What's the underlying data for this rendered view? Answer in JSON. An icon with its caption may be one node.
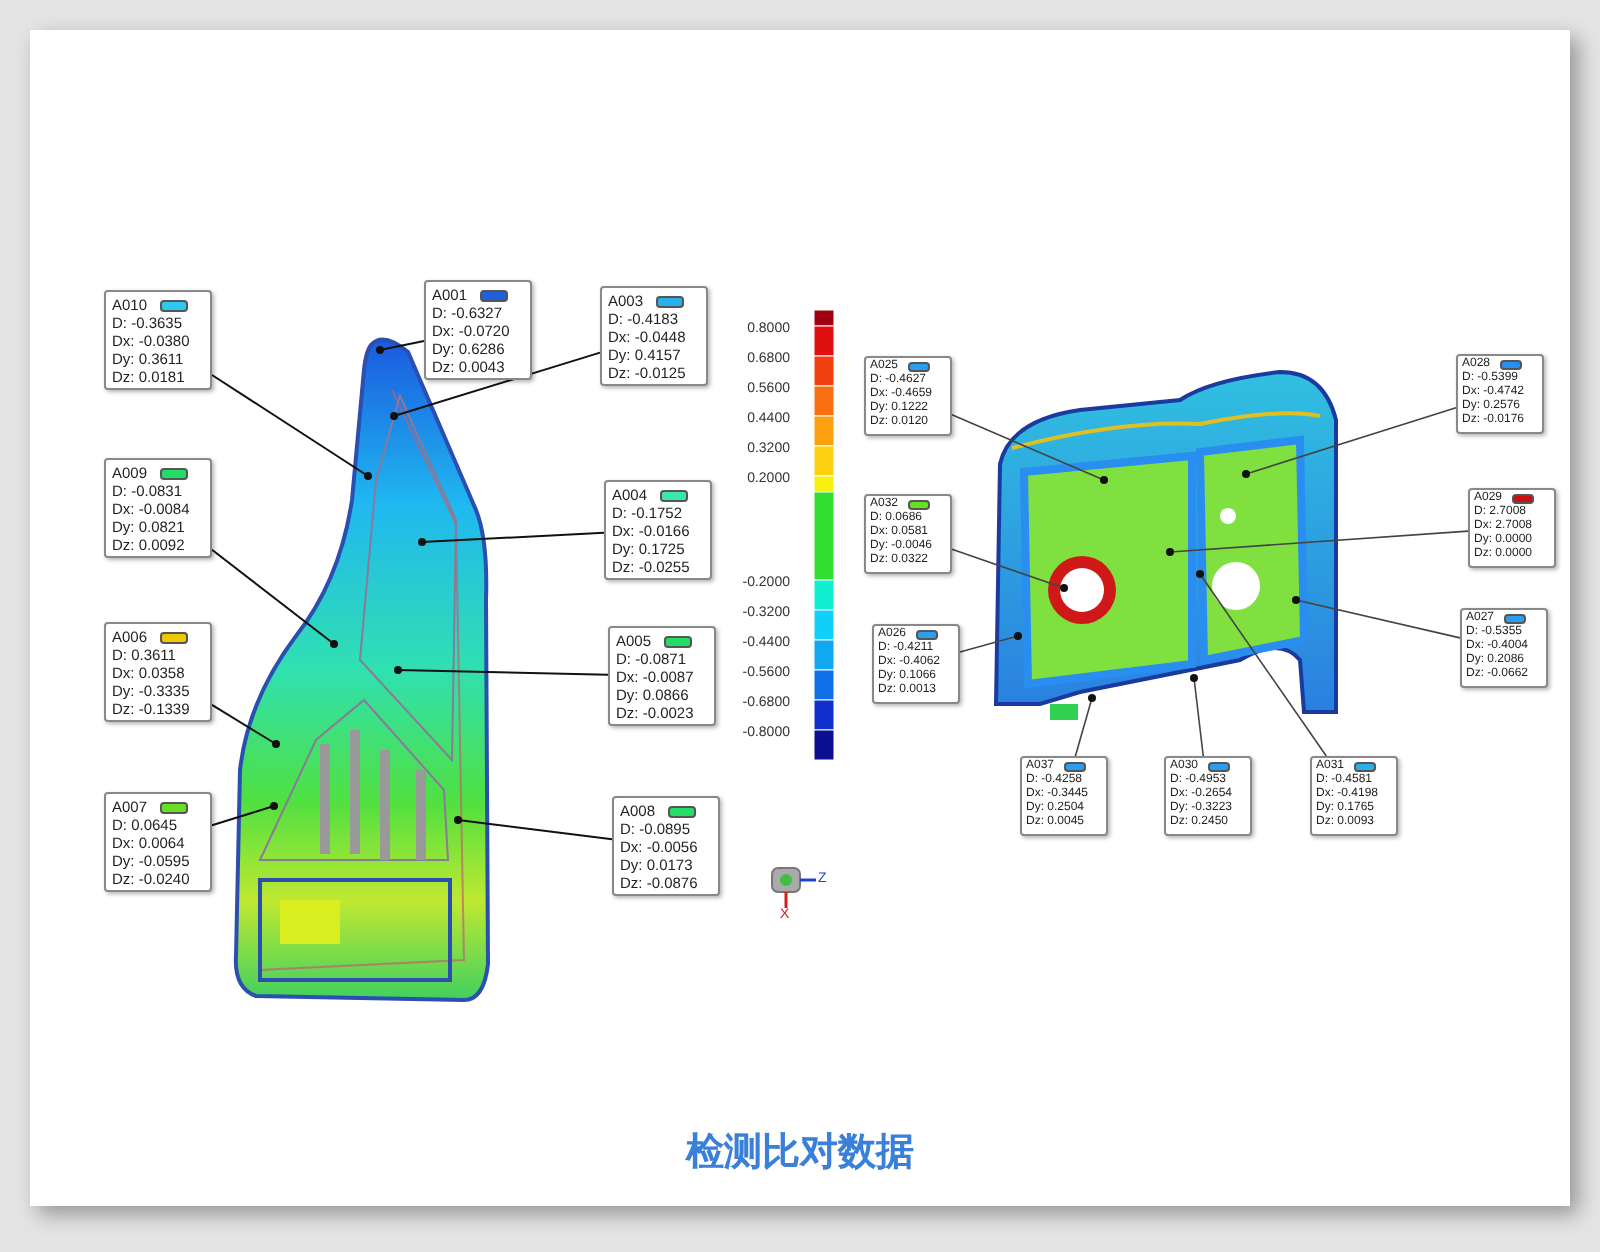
{
  "diagram": {
    "caption": "检测比对数据",
    "nodes": [
      {
        "text": [
          "A010",
          "D: -0.3635",
          "Dx: -0.0380",
          "Dy: 0.3611",
          "Dz: 0.0181"
        ]
      },
      {
        "text": [
          "A001",
          "D: -0.6327",
          "Dx: -0.0720",
          "Dy: 0.6286",
          "Dz: 0.0043"
        ]
      },
      {
        "text": [
          "A003",
          "D: -0.4183",
          "Dx: -0.0448",
          "Dy: 0.4157",
          "Dz: -0.0125"
        ]
      },
      {
        "text": [
          "A009",
          "D: -0.0831",
          "Dx: -0.0084",
          "Dy: 0.0821",
          "Dz: 0.0092"
        ]
      },
      {
        "text": [
          "A004",
          "D: -0.1752",
          "Dx: -0.0166",
          "Dy: 0.1725",
          "Dz: -0.0255"
        ]
      },
      {
        "text": [
          "A006",
          "D: 0.3611",
          "Dx: 0.0358",
          "Dy: -0.3335",
          "Dz: -0.1339"
        ]
      },
      {
        "text": [
          "A005",
          "D: -0.0871",
          "Dx: -0.0087",
          "Dy: 0.0866",
          "Dz: -0.0023"
        ]
      },
      {
        "text": [
          "A007",
          "D: 0.0645",
          "Dx: 0.0064",
          "Dy: -0.0595",
          "Dz: -0.0240"
        ]
      },
      {
        "text": [
          "A008",
          "D: -0.0895",
          "Dx: -0.0056",
          "Dy: 0.0173",
          "Dz: -0.0876"
        ]
      },
      {
        "text": [
          "A025",
          "D: -0.4627",
          "Dx: -0.4659",
          "Dy: 0.1222",
          "Dz: 0.0120"
        ]
      },
      {
        "text": [
          "A028",
          "D: -0.5399",
          "Dx: -0.4742",
          "Dy: 0.2576",
          "Dz: -0.0176"
        ]
      },
      {
        "text": [
          "A032",
          "D: 0.0686",
          "Dx: 0.0581",
          "Dy: -0.0046",
          "Dz: 0.0322"
        ]
      },
      {
        "text": [
          "A029",
          "D: 2.7008",
          "Dx: 2.7008",
          "Dy: 0.0000",
          "Dz: 0.0000"
        ]
      },
      {
        "text": [
          "A026",
          "D: -0.4211",
          "Dx: -0.4062",
          "Dy: 0.1066",
          "Dz: 0.0013"
        ]
      },
      {
        "text": [
          "A027",
          "D: -0.5355",
          "Dx: -0.4004",
          "Dy: 0.2086",
          "Dz: -0.0662"
        ]
      },
      {
        "text": [
          "A037",
          "D: -0.4258",
          "Dx: -0.3445",
          "Dy: 0.2504",
          "Dz: 0.0045"
        ]
      },
      {
        "text": [
          "A030",
          "D: -0.4953",
          "Dx: -0.2654",
          "Dy: -0.3223",
          "Dz: 0.2450"
        ]
      },
      {
        "text": [
          "A031",
          "D: -0.4581",
          "Dx: -0.4198",
          "Dy: 0.1765",
          "Dz: 0.0093"
        ]
      },
      {
        "text": [],
        "shape": "picture"
      },
      {
        "text": [],
        "shape": "picture"
      }
    ],
    "edges": [
      {
        "from": 0,
        "to": 18,
        "arrow": "other"
      },
      {
        "from": 1,
        "to": 18,
        "arrow": "other"
      },
      {
        "from": 2,
        "to": 18,
        "arrow": "other"
      },
      {
        "from": 3,
        "to": 18,
        "arrow": "other"
      },
      {
        "from": 4,
        "to": 18,
        "arrow": "other"
      },
      {
        "from": 5,
        "to": 18,
        "arrow": "other"
      },
      {
        "from": 6,
        "to": 18,
        "arrow": "other"
      },
      {
        "from": 7,
        "to": 18,
        "arrow": "other"
      },
      {
        "from": 8,
        "to": 18,
        "arrow": "other"
      },
      {
        "from": 9,
        "to": 19,
        "arrow": "other"
      },
      {
        "from": 10,
        "to": 19,
        "arrow": "other"
      },
      {
        "from": 11,
        "to": 19,
        "arrow": "other"
      },
      {
        "from": 12,
        "to": 19,
        "arrow": "other"
      },
      {
        "from": 13,
        "to": 19,
        "arrow": "other"
      },
      {
        "from": 14,
        "to": 19,
        "arrow": "other"
      },
      {
        "from": 15,
        "to": 19,
        "arrow": "other"
      },
      {
        "from": 16,
        "to": 19,
        "arrow": "other"
      },
      {
        "from": 17,
        "to": 19,
        "arrow": "other"
      }
    ],
    "labels": [
      "0.8000",
      "0.6800",
      "0.5600",
      "0.4400",
      "0.3200",
      "0.2000",
      "-0.2000",
      "-0.3200",
      "-0.4400",
      "-0.5600",
      "-0.6800",
      "-0.8000",
      "Z",
      "X"
    ]
  }
}
